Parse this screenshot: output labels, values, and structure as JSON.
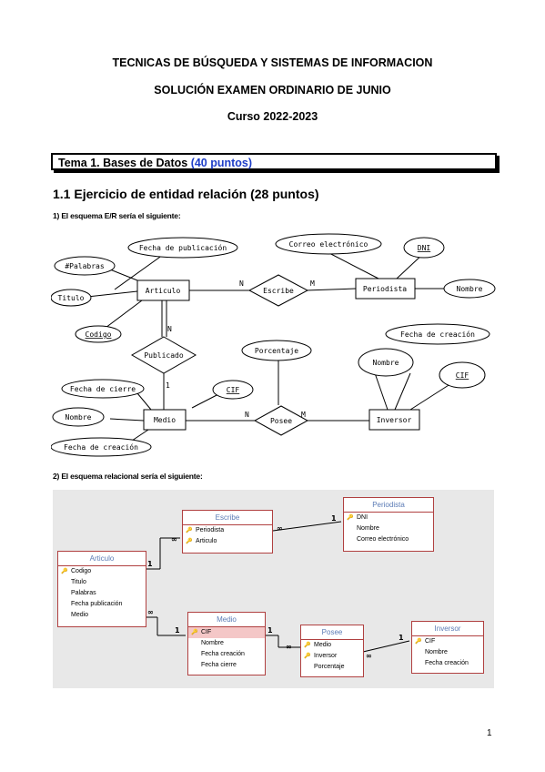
{
  "header": {
    "title1": "TECNICAS DE BÚSQUEDA Y SISTEMAS DE INFORMACION",
    "title2": "SOLUCIÓN EXAMEN ORDINARIO DE JUNIO",
    "title3": "Curso 2022-2023"
  },
  "section": {
    "tema_label": "Tema 1. Bases de Datos",
    "tema_points": "(40 puntos)",
    "subsection": "1.1 Ejercicio de entidad relación (28 puntos)",
    "er_intro": "1) El esquema E/R sería el siguiente:",
    "rel_intro": "2) El esquema relacional sería el siguiente:"
  },
  "er": {
    "entities": {
      "articulo": "Articulo",
      "periodista": "Periodista",
      "medio": "Medio",
      "inversor": "Inversor"
    },
    "relations": {
      "escribe": "Escribe",
      "publicado": "Publicado",
      "posee": "Posee"
    },
    "attributes": {
      "fecha_publicacion": "Fecha de publicación",
      "palabras": "#Palabras",
      "titulo": "Titulo",
      "codigo": "Codigo",
      "correo": "Correo electrónico",
      "dni": "DNI",
      "nombre_periodista": "Nombre",
      "fecha_cierre": "Fecha de cierre",
      "nombre_medio": "Nombre",
      "fecha_creacion_medio": "Fecha de creación",
      "cif_medio": "CIF",
      "porcentaje": "Porcentaje",
      "fecha_creacion_inversor": "Fecha de creación",
      "nombre_inversor": "Nombre",
      "cif_inversor": "CIF"
    },
    "cardinalities": {
      "art_escribe": "N",
      "escribe_per": "M",
      "art_publicado": "N",
      "publicado_medio": "1",
      "medio_posee": "N",
      "posee_inversor": "M"
    }
  },
  "relational": {
    "escribe": {
      "title": "Escribe",
      "rows": [
        "Periodista",
        "Articulo"
      ]
    },
    "periodista": {
      "title": "Periodista",
      "rows": [
        "DNI",
        "Nombre",
        "Correo electrónico"
      ]
    },
    "articulo": {
      "title": "Articulo",
      "rows": [
        "Codigo",
        "Titulo",
        "Palabras",
        "Fecha publicación",
        "Medio"
      ]
    },
    "medio": {
      "title": "Medio",
      "rows": [
        "CIF",
        "Nombre",
        "Fecha creación",
        "Fecha cierre"
      ]
    },
    "posee": {
      "title": "Posee",
      "rows": [
        "Medio",
        "Inversor",
        "Porcentaje"
      ]
    },
    "inversor": {
      "title": "Inversor",
      "rows": [
        "CIF",
        "Nombre",
        "Fecha creación"
      ]
    }
  },
  "page_number": "1"
}
